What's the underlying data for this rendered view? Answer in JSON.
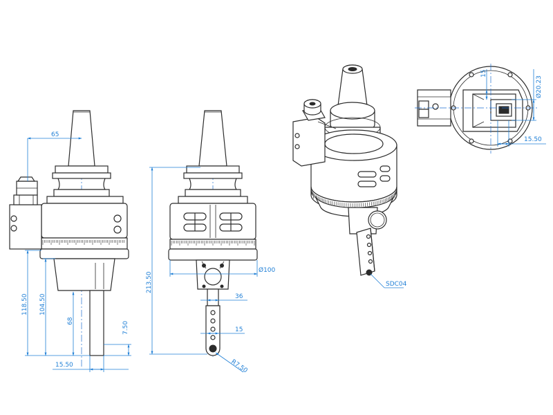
{
  "colors": {
    "line": "#2b2b2b",
    "dimension": "#1f7fd6",
    "background": "#ffffff"
  },
  "views": {
    "left_side": {
      "dims": {
        "d65": "65",
        "d118_50": "118.50",
        "d104_50": "104.50",
        "d68": "68",
        "d7_50": "7.50",
        "d15_50": "15.50"
      }
    },
    "front": {
      "dims": {
        "d213_50": "213.50",
        "d100": "Ø100",
        "d36": "36",
        "d15": "15",
        "r7_50": "R7.50"
      }
    },
    "isometric": {
      "label": "SDC04"
    },
    "bottom": {
      "dims": {
        "d15": "15",
        "d20_23": "Ø20.23",
        "d15_50": "15.50"
      }
    }
  }
}
